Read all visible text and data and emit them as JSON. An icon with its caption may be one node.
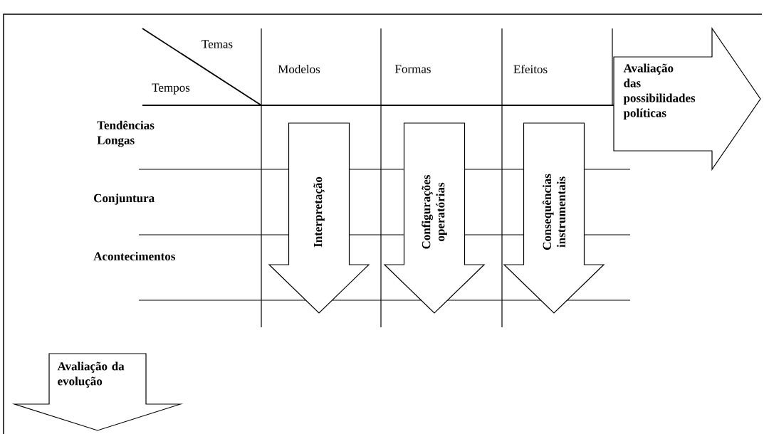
{
  "diagram": {
    "nodes": [
      {
        "text": [
          "Avaliação das possibilidades políticas"
        ]
      },
      {
        "text": [
          "Interpretação"
        ]
      },
      {
        "text": [
          "Configurações operatórias"
        ]
      },
      {
        "text": [
          "Consequências instrumentais"
        ]
      },
      {
        "text": [
          "Avaliação da evolução"
        ]
      }
    ],
    "labels": [
      "Temas",
      "Tempos",
      "Modelos",
      "Formas",
      "Efeitos",
      "Tendências Longas",
      "Conjuntura",
      "Acontecimentos"
    ]
  }
}
